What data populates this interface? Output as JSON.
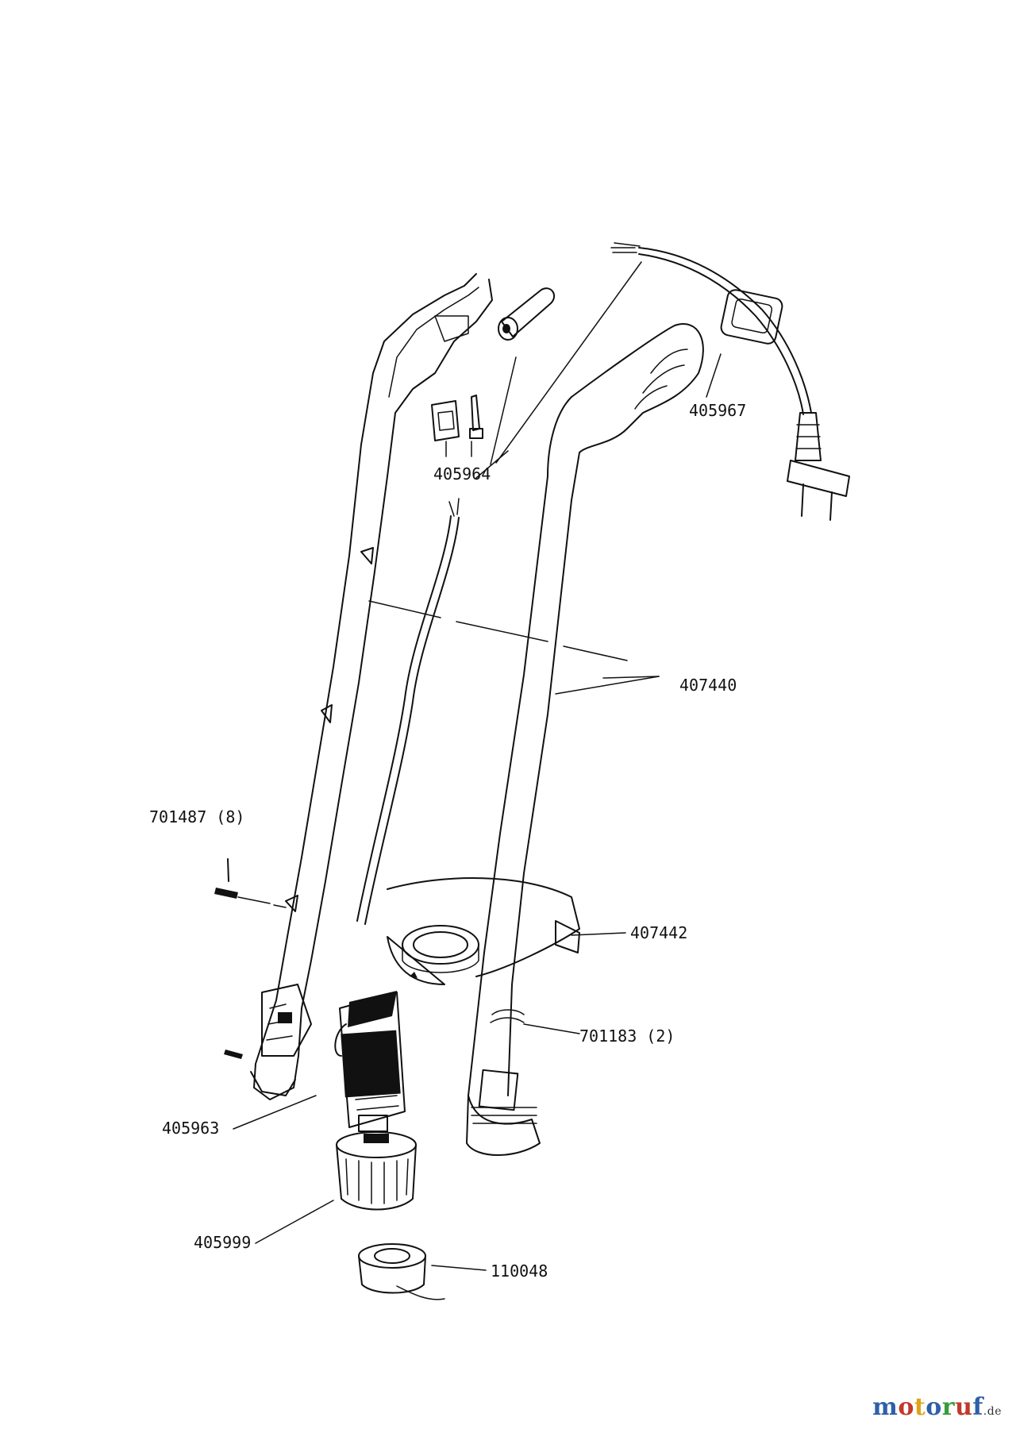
{
  "parts": [
    {
      "id": "405967",
      "label": "405967"
    },
    {
      "id": "405964",
      "label": "405964"
    },
    {
      "id": "407440",
      "label": "407440"
    },
    {
      "id": "701487",
      "label": "701487 (8)"
    },
    {
      "id": "407442",
      "label": "407442"
    },
    {
      "id": "701183",
      "label": "701183 (2)"
    },
    {
      "id": "405963",
      "label": "405963"
    },
    {
      "id": "405999",
      "label": "405999"
    },
    {
      "id": "110048",
      "label": "110048"
    }
  ],
  "watermark": {
    "letters": [
      "m",
      "o",
      "t",
      "o",
      "r",
      "u",
      "f"
    ],
    "colors": [
      "#2f5fa8",
      "#c0392b",
      "#e1a21b",
      "#2f5fa8",
      "#3a9b3a",
      "#c0392b",
      "#2f5fa8"
    ],
    "tld": ".de"
  }
}
